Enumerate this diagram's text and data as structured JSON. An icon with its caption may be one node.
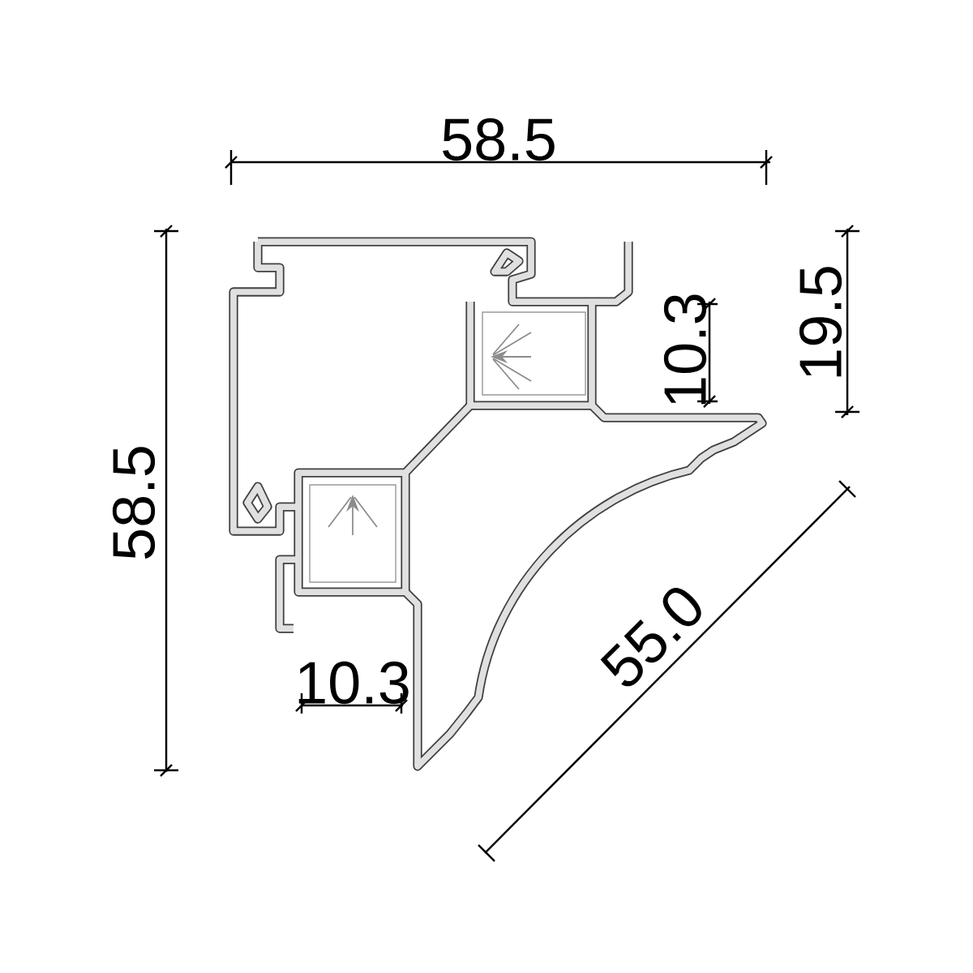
{
  "diagram": {
    "labels": [
      "58.5",
      "19.5",
      "10.3",
      "58.5",
      "55.0",
      "10.3"
    ]
  }
}
